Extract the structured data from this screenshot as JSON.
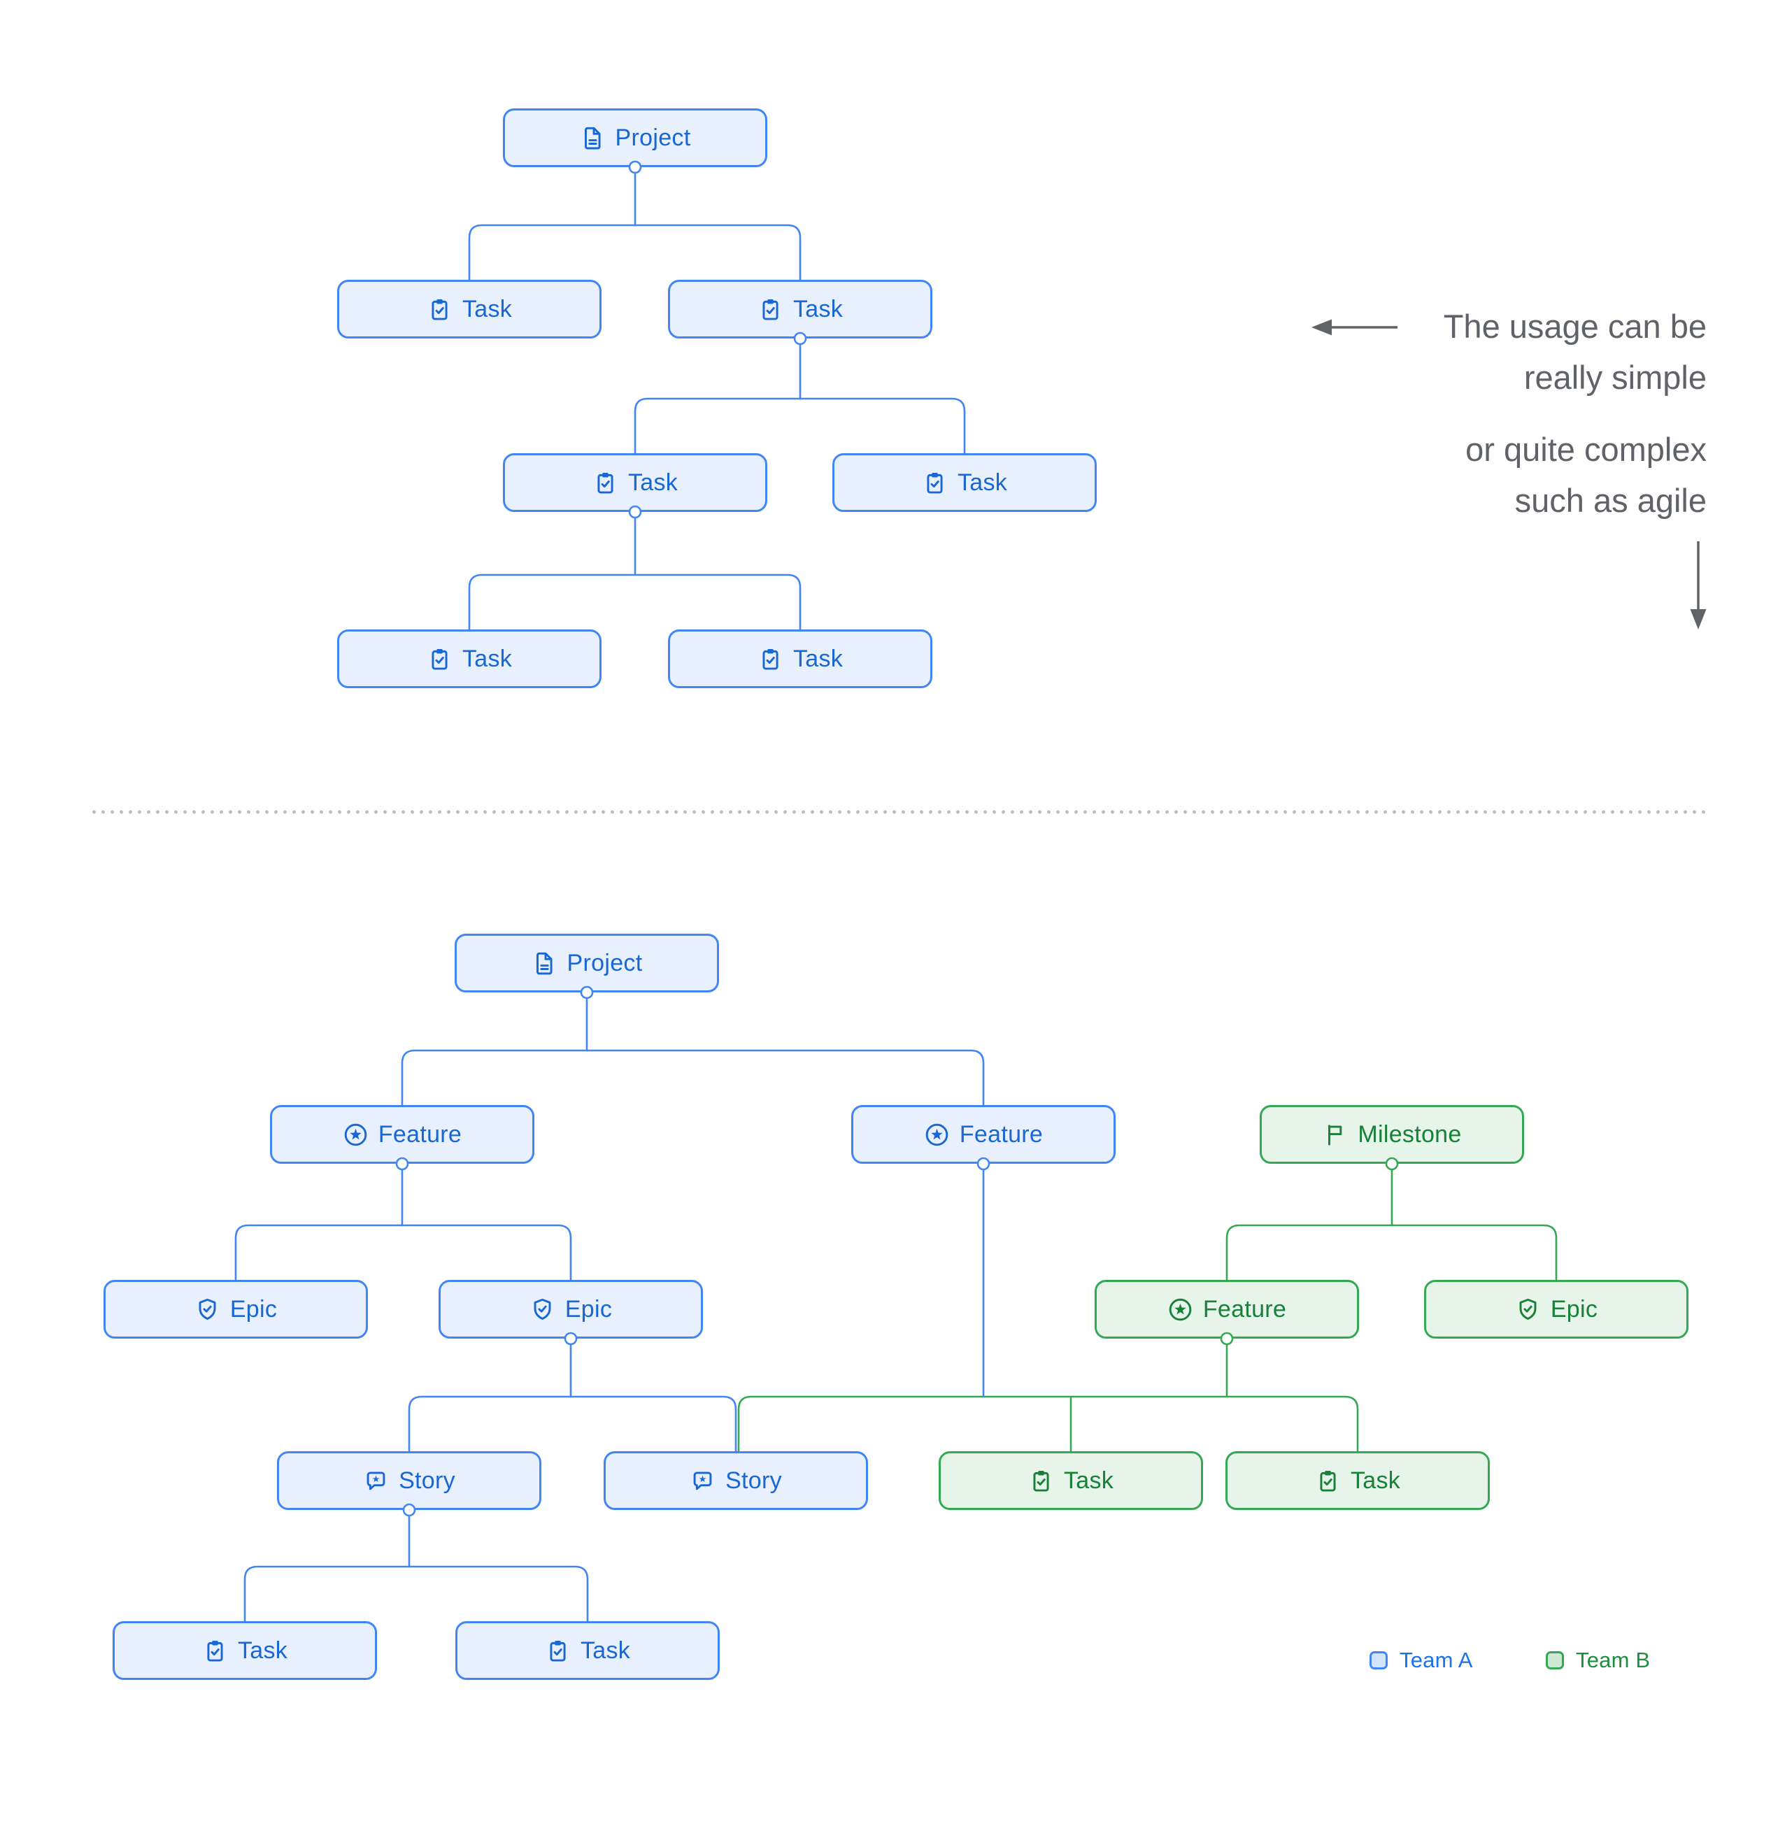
{
  "colors": {
    "team_a": {
      "border": "#4285f4",
      "fill": "#e8f0fe",
      "text": "#1967d2"
    },
    "team_b": {
      "border": "#34a853",
      "fill": "#e6f4ea",
      "text": "#188038"
    },
    "annotation_text": "#5f6368"
  },
  "annotations": {
    "note1": {
      "lines": [
        "The usage can be",
        "really simple"
      ]
    },
    "note2": {
      "lines": [
        "or quite complex",
        "such as agile"
      ]
    }
  },
  "legend": [
    {
      "label": "Team A",
      "color": "#1a73e8",
      "swatch_fill": "#d2e3fc",
      "swatch_border": "#4285f4"
    },
    {
      "label": "Team B",
      "color": "#1e8e3e",
      "swatch_fill": "#ceead6",
      "swatch_border": "#34a853"
    }
  ],
  "diagrams": {
    "simple": {
      "nodes": [
        {
          "id": "p",
          "type": "project",
          "label": "Project",
          "team": "team_a"
        },
        {
          "id": "t1",
          "type": "task",
          "label": "Task",
          "team": "team_a"
        },
        {
          "id": "t2",
          "type": "task",
          "label": "Task",
          "team": "team_a"
        },
        {
          "id": "t3",
          "type": "task",
          "label": "Task",
          "team": "team_a"
        },
        {
          "id": "t4",
          "type": "task",
          "label": "Task",
          "team": "team_a"
        },
        {
          "id": "t5",
          "type": "task",
          "label": "Task",
          "team": "team_a"
        },
        {
          "id": "t6",
          "type": "task",
          "label": "Task",
          "team": "team_a"
        }
      ],
      "connectors": [
        {
          "parents": [
            "p"
          ],
          "children": [
            "t1",
            "t2"
          ],
          "team": "team_a"
        },
        {
          "parents": [
            "t2"
          ],
          "children": [
            "t3",
            "t4"
          ],
          "team": "team_a"
        },
        {
          "parents": [
            "t3"
          ],
          "children": [
            "t5",
            "t6"
          ],
          "team": "team_a"
        }
      ]
    },
    "complex": {
      "nodes": [
        {
          "id": "bp",
          "type": "project",
          "label": "Project",
          "team": "team_a"
        },
        {
          "id": "bf1",
          "type": "feature",
          "label": "Feature",
          "team": "team_a"
        },
        {
          "id": "bf2",
          "type": "feature",
          "label": "Feature",
          "team": "team_a"
        },
        {
          "id": "m",
          "type": "milestone",
          "label": "Milestone",
          "team": "team_b"
        },
        {
          "id": "be1",
          "type": "epic",
          "label": "Epic",
          "team": "team_a"
        },
        {
          "id": "be2",
          "type": "epic",
          "label": "Epic",
          "team": "team_a"
        },
        {
          "id": "gf",
          "type": "feature",
          "label": "Feature",
          "team": "team_b"
        },
        {
          "id": "ge",
          "type": "epic",
          "label": "Epic",
          "team": "team_b"
        },
        {
          "id": "bs1",
          "type": "story",
          "label": "Story",
          "team": "team_a"
        },
        {
          "id": "bs2",
          "type": "story",
          "label": "Story",
          "team": "team_a"
        },
        {
          "id": "gt1",
          "type": "task",
          "label": "Task",
          "team": "team_b"
        },
        {
          "id": "gt2",
          "type": "task",
          "label": "Task",
          "team": "team_b"
        },
        {
          "id": "bt1",
          "type": "task",
          "label": "Task",
          "team": "team_a"
        },
        {
          "id": "bt2",
          "type": "task",
          "label": "Task",
          "team": "team_a"
        }
      ],
      "connectors": [
        {
          "parents": [
            "bp"
          ],
          "children": [
            "bf1",
            "bf2"
          ],
          "team": "team_a"
        },
        {
          "parents": [
            "bf1"
          ],
          "children": [
            "be1",
            "be2"
          ],
          "team": "team_a"
        },
        {
          "parents": [
            "m"
          ],
          "children": [
            "gf",
            "ge"
          ],
          "team": "team_b"
        },
        {
          "parents": [
            "be2"
          ],
          "children": [
            "bs1",
            "bs2"
          ],
          "team": "team_a"
        },
        {
          "parents": [
            "bf2",
            "gf"
          ],
          "children": [
            "bs2",
            "gt1",
            "gt2"
          ],
          "team": "team_b"
        },
        {
          "parents": [
            "bs1"
          ],
          "children": [
            "bt1",
            "bt2"
          ],
          "team": "team_a"
        }
      ]
    }
  }
}
